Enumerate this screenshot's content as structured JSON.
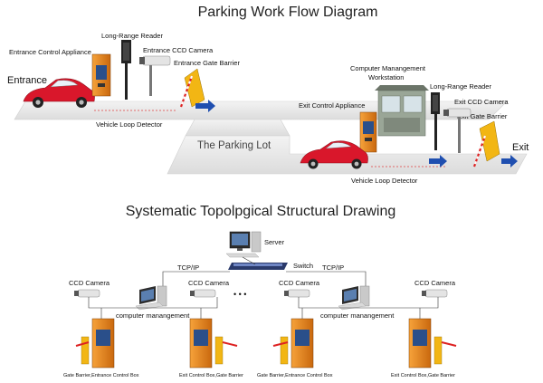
{
  "workflow": {
    "title": "Parking Work Flow Diagram",
    "labels": {
      "entrance": "Entrance",
      "entrance_control": "Entrance  Control  Appliance",
      "long_range_reader_1": "Long-Range Reader",
      "entrance_ccd": "Entrance CCD Camera",
      "entrance_barrier": "Entrance Gate Barrier",
      "loop_detector_1": "Vehicle Loop Detector",
      "parking_lot": "The Parking Lot",
      "workstation_1": "Computer Manangement",
      "workstation_2": "Workstation",
      "long_range_reader_2": "Long-Range Reader",
      "exit_control": "Exit Control  Appliance",
      "exit_ccd": "Exit CCD Camera",
      "exit_barrier": "Exit Gate Barrier",
      "exit": "Exit",
      "loop_detector_2": "Vehicle Loop Detector"
    }
  },
  "topology": {
    "title": "Systematic Topolpgical Structural Drawing",
    "labels": {
      "server": "Server",
      "switch": "Switch",
      "tcpip_left": "TCP/IP",
      "tcpip_right": "TCP/IP",
      "ccd_1": "CCD Camera",
      "ccd_2": "CCD Camera",
      "ccd_3": "CCD Camera",
      "ccd_4": "CCD Camera",
      "ellipsis": "• • •",
      "mgmt_left": "computer manangement",
      "mgmt_right": "computer manangement",
      "box_1": "Gate Barrier,Entrance Control Box",
      "box_2": "Exit Control Box,Gate Barrier",
      "box_3": "Gate Barrier,Entrance Control Box",
      "box_4": "Exit Control Box,Gate Barrier"
    }
  },
  "colors": {
    "road": "#e6e6e6",
    "arrow": "#1f4fb0",
    "car": "#d9172b",
    "cabinet": "#e8871e",
    "barrier": "#f2b614",
    "booth": "#8e9a8d",
    "line": "#333333"
  }
}
